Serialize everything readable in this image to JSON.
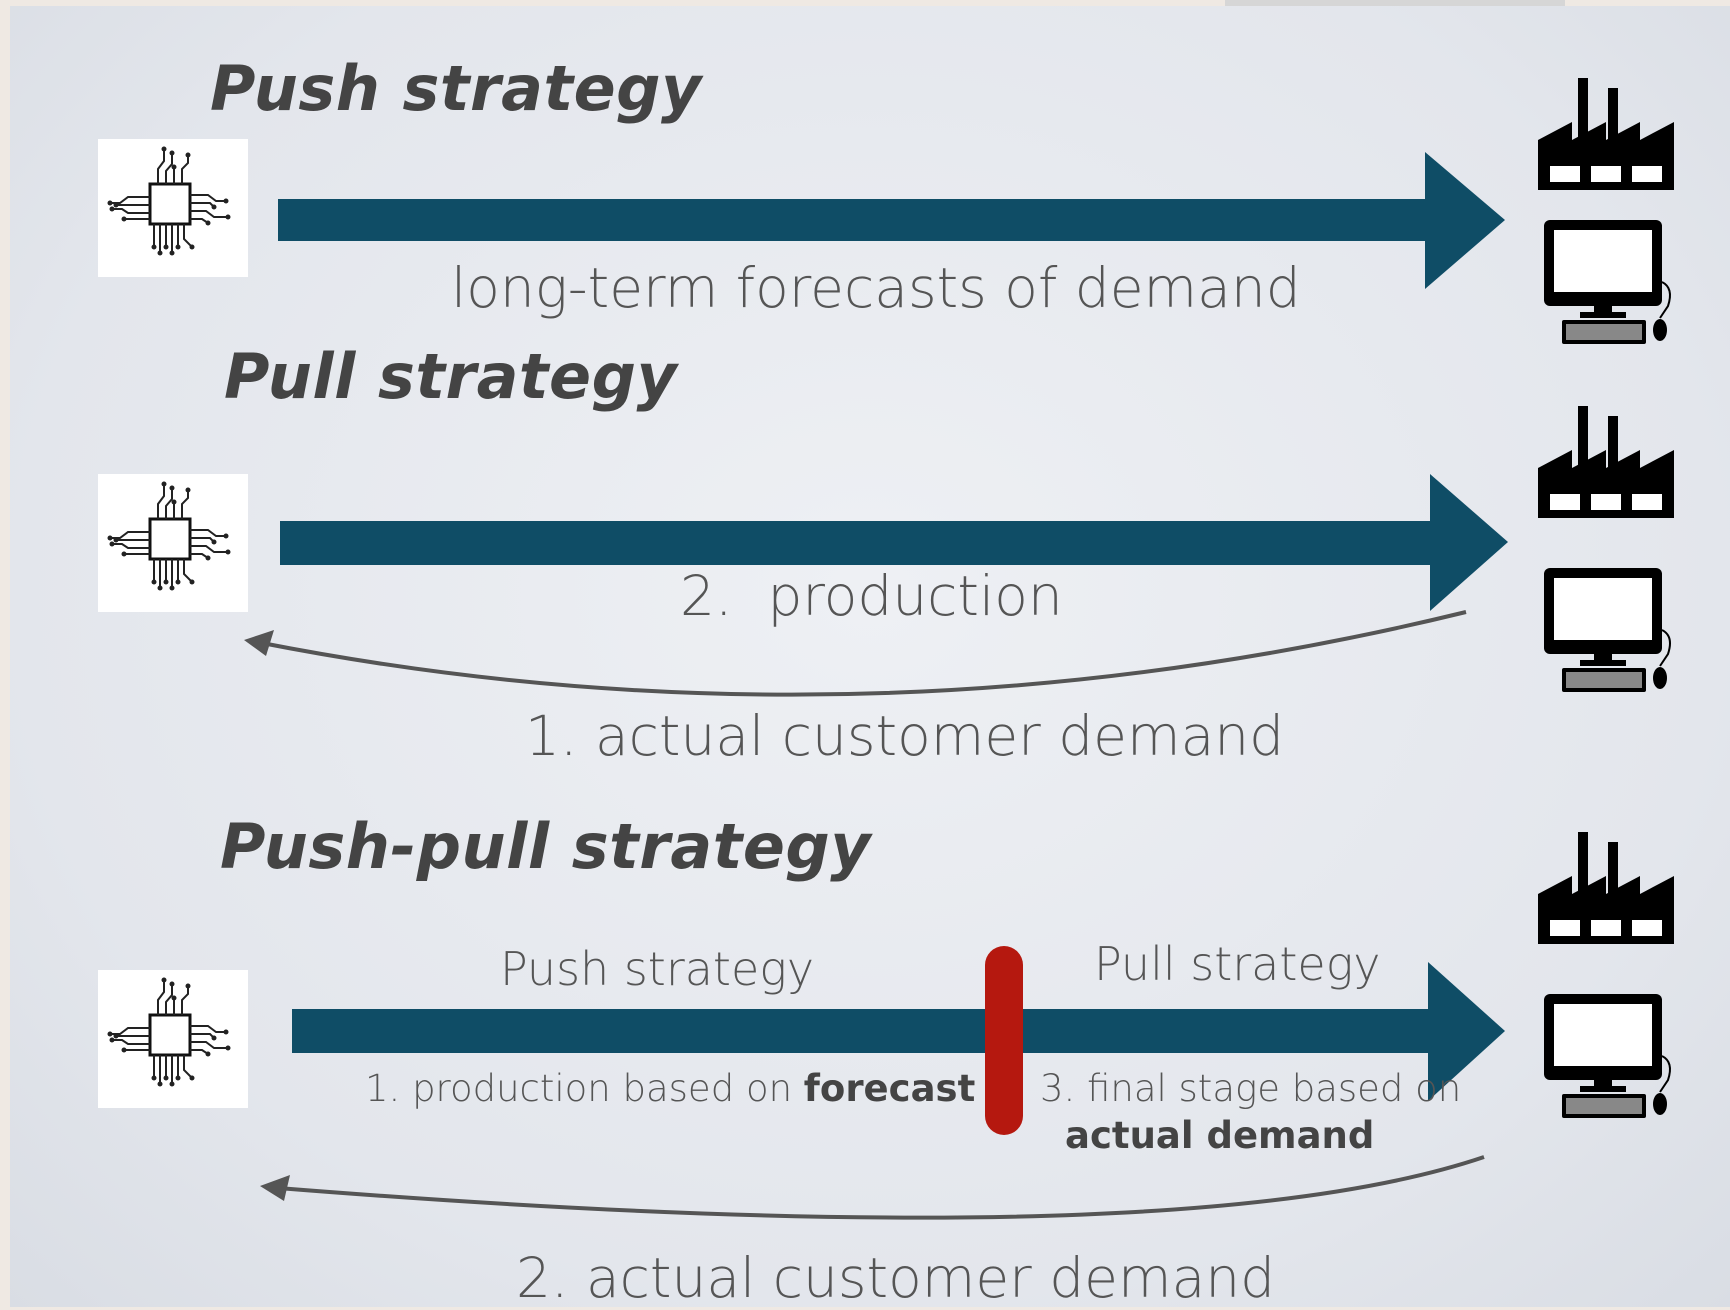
{
  "sections": {
    "push": {
      "title": "Push strategy",
      "forward_label": "long-term forecasts of demand"
    },
    "pull": {
      "title": "Pull strategy",
      "forward_label": "2.  production",
      "return_label": "1. actual customer demand"
    },
    "push_pull": {
      "title": "Push-pull strategy",
      "left_phase_title": "Push strategy",
      "right_phase_title": "Pull strategy",
      "left_phase_note_prefix": "1. production based on ",
      "left_phase_note_emphasis": "forecast",
      "right_phase_note_line1": "3. final stage based on",
      "right_phase_note_emphasis": "actual demand",
      "return_label": "2. actual customer demand"
    }
  },
  "icons": {
    "source": "circuit-chip-icon",
    "destination_top": "factory-icon",
    "destination_bottom": "desktop-computer-icon"
  },
  "colors": {
    "main_arrow": "#0f4d66",
    "return_arrow": "#555555",
    "divider_marker": "#b5180f",
    "heading_text": "#444444",
    "label_text": "#555555"
  }
}
